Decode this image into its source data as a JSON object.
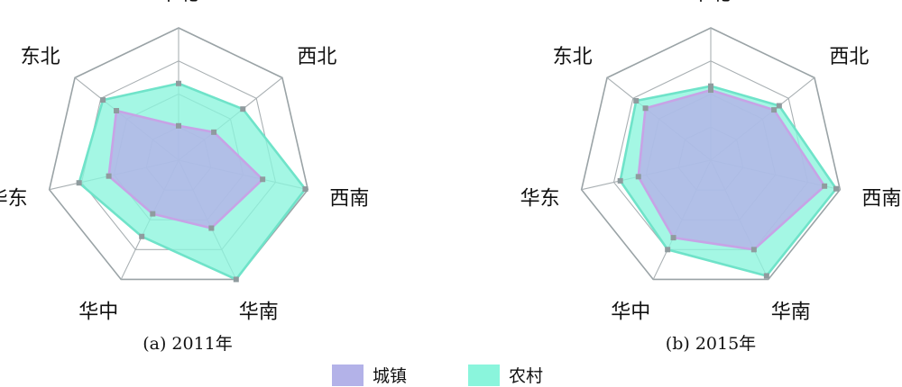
{
  "legend": {
    "items": [
      {
        "label": "城镇",
        "color": "#b3b2e8",
        "stroke": "#c7a3e6"
      },
      {
        "label": "农村",
        "color": "#8af5dc",
        "stroke": "#6fe3c9"
      }
    ]
  },
  "chart_data": [
    {
      "type": "radar",
      "caption": "(a) 2011年",
      "axes": [
        "华北",
        "西北",
        "西南",
        "华南",
        "华中",
        "华东",
        "东北"
      ],
      "rmax": 1.0,
      "grid_levels": 4,
      "series": [
        {
          "name": "农村",
          "values": [
            0.58,
            0.62,
            0.98,
            1.0,
            0.64,
            0.77,
            0.73
          ]
        },
        {
          "name": "城镇",
          "values": [
            0.26,
            0.34,
            0.65,
            0.57,
            0.45,
            0.54,
            0.6
          ]
        }
      ]
    },
    {
      "type": "radar",
      "caption": "(b) 2015年",
      "axes": [
        "华北",
        "西北",
        "西南",
        "华南",
        "华中",
        "华东",
        "东北"
      ],
      "rmax": 1.0,
      "grid_levels": 4,
      "series": [
        {
          "name": "农村",
          "values": [
            0.56,
            0.66,
            0.97,
            0.97,
            0.75,
            0.7,
            0.72
          ]
        },
        {
          "name": "城镇",
          "values": [
            0.53,
            0.61,
            0.88,
            0.75,
            0.65,
            0.56,
            0.63
          ]
        }
      ]
    }
  ]
}
